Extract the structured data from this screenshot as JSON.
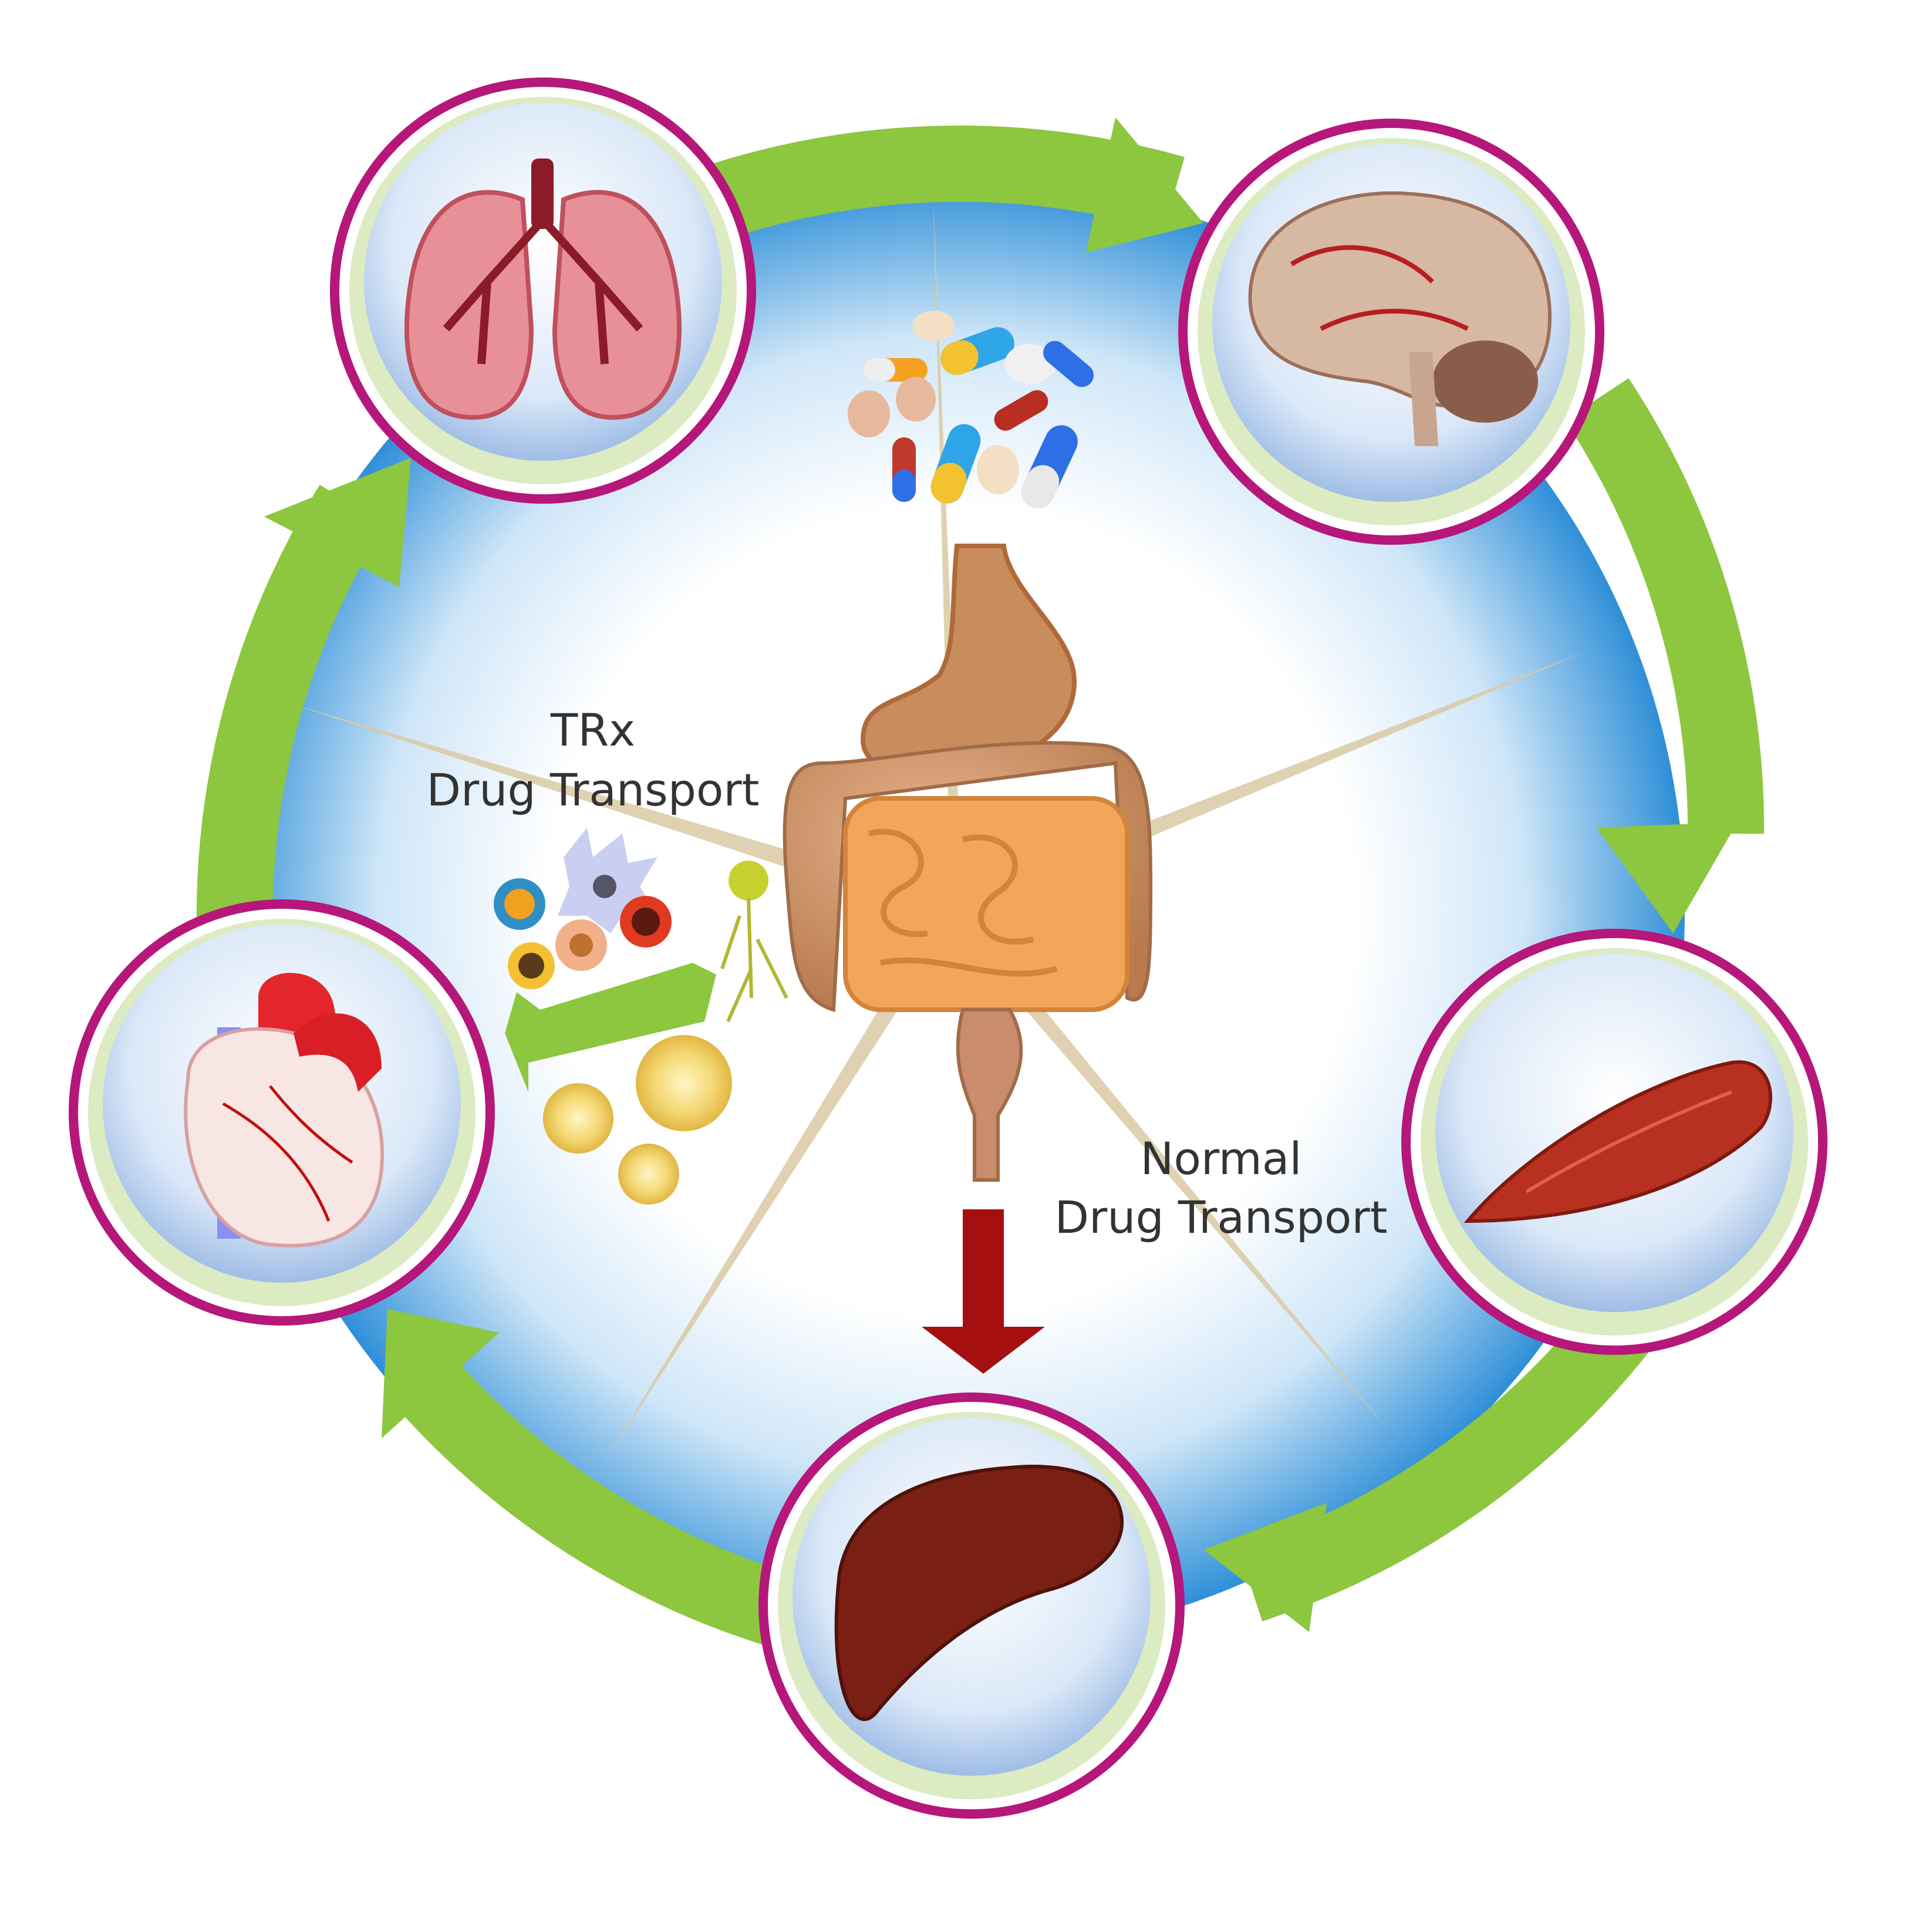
{
  "labels": {
    "trx_line1": "TRx",
    "trx_line2": "Drug Transport",
    "normal_line1": "Normal",
    "normal_line2": "Drug Transport"
  },
  "organs": [
    {
      "name": "lungs"
    },
    {
      "name": "brain"
    },
    {
      "name": "muscle"
    },
    {
      "name": "liver"
    },
    {
      "name": "heart"
    }
  ],
  "colors": {
    "cycle_arrow": "#8dc63f",
    "organ_ring": "#b5177a",
    "organ_ring_inner": "#dcebc2",
    "field_blue": "#2f8fd8",
    "spoke": "#d9c9a3",
    "red_arrow": "#a50f0f",
    "green_arrow": "#8dc63f"
  }
}
